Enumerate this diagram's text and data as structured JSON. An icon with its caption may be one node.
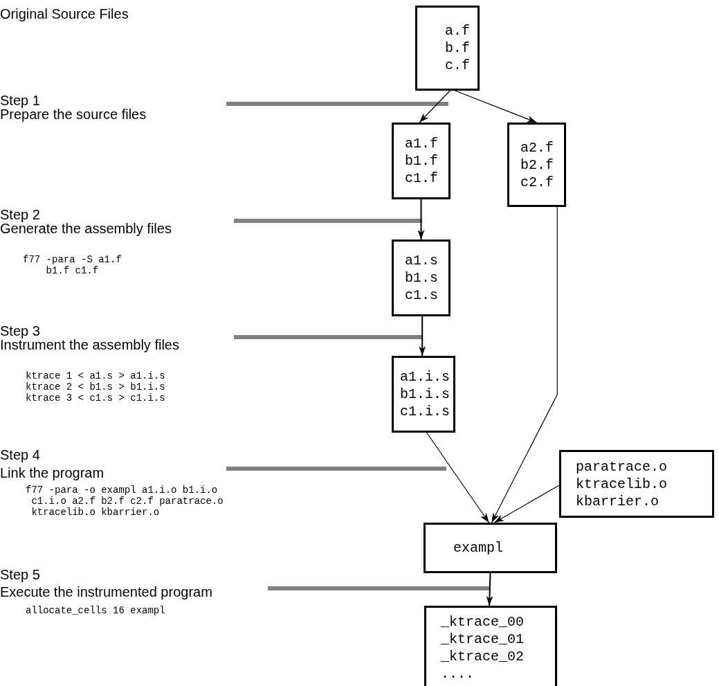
{
  "diagram": {
    "nodes": [
      {
        "text": [
          "a.f",
          "b.f",
          "c.f"
        ]
      },
      {
        "text": [
          "a1.f",
          "b1.f",
          "c1.f"
        ]
      },
      {
        "text": [
          "a2.f",
          "b2.f",
          "c2.f"
        ]
      },
      {
        "text": [
          "a1.s",
          "b1.s",
          "c1.s"
        ]
      },
      {
        "text": [
          "a1.i.s",
          "b1.i.s",
          "c1.i.s"
        ]
      },
      {
        "text": [
          "paratrace.o",
          "ktracelib.o",
          "kbarrier.o"
        ]
      },
      {
        "text": [
          "exampl"
        ]
      },
      {
        "text": [
          "_ktrace_00",
          "_ktrace_01",
          "_ktrace_02",
          "...."
        ]
      }
    ],
    "edges": [
      {
        "from": 0,
        "to": 1,
        "arrow": "to"
      },
      {
        "from": 0,
        "to": 2,
        "arrow": "to"
      },
      {
        "from": 1,
        "to": 3,
        "arrow": "to"
      },
      {
        "from": 3,
        "to": 4,
        "arrow": "to"
      },
      {
        "from": 4,
        "to": 6,
        "arrow": "to"
      },
      {
        "from": 2,
        "to": 6,
        "arrow": "to"
      },
      {
        "from": 5,
        "to": 6,
        "arrow": "to"
      },
      {
        "from": 6,
        "to": 7,
        "arrow": "to"
      }
    ],
    "labels": [
      "Original Source Files",
      "Step 1",
      "Prepare the source files",
      "Step 2",
      "Generate the assembly files",
      "f77 -para -S a1.f b1.f c1.f",
      "Step 3",
      "Instrument the assembly files",
      "ktrace 1 < a1.s > a1.i.s",
      "ktrace 2 < b1.s > b1.i.s",
      "ktrace 3 < c1.s > c1.i.s",
      "Step 4",
      "Link the program",
      "f77 -para -o exampl a1.i.o b1.i.o c1.i.o a2.f b2.f c2.f paratrace.o ktracelib.o kbarrier.o",
      "Step 5",
      "Execute the instrumented program",
      "allocate_cells 16 exampl"
    ]
  }
}
